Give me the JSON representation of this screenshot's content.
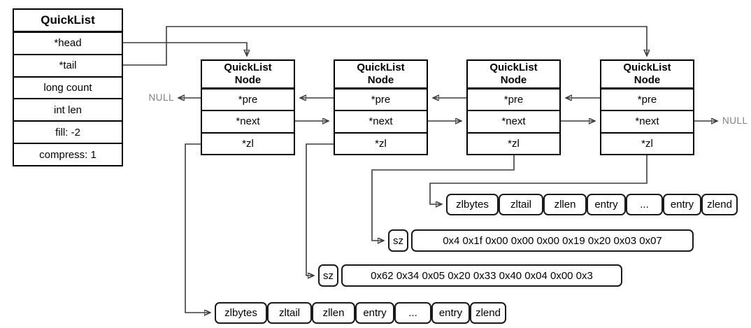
{
  "quicklist": {
    "title": "QuickList",
    "fields": [
      "*head",
      "*tail",
      "long count",
      "int len",
      "fill: -2",
      "compress: 1"
    ]
  },
  "node": {
    "title_line1": "QuickList",
    "title_line2": "Node",
    "fields": [
      "*pre",
      "*next",
      "*zl"
    ]
  },
  "labels": {
    "null_left": "NULL",
    "null_right": "NULL"
  },
  "ziplist_cells": [
    "zlbytes",
    "zltail",
    "zllen",
    "entry",
    "...",
    "entry",
    "zlend"
  ],
  "sz_rows": [
    {
      "label": "sz",
      "value": "0x4 0x1f 0x00 0x00 0x00 0x19 0x20 0x03 0x07"
    },
    {
      "label": "sz",
      "value": "0x62 0x34 0x05 0x20 0x33 0x40 0x04 0x00 0x3"
    }
  ],
  "colors": {
    "line": "#3d3d3d",
    "box_border": "#000000",
    "null_text": "#808080",
    "background": "#ffffff"
  }
}
